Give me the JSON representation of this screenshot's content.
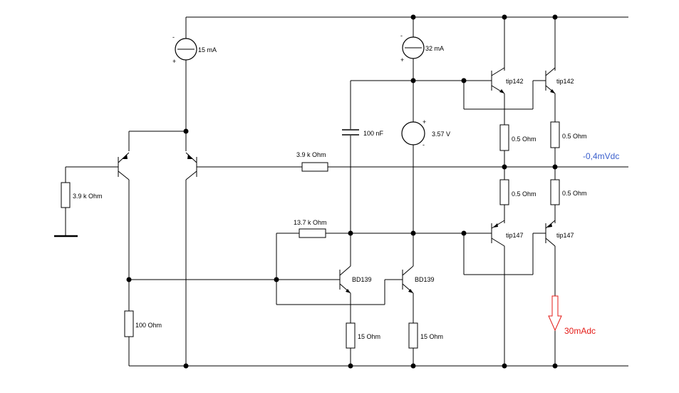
{
  "components": {
    "current_source_1": "15 mA",
    "current_source_2": "32 mA",
    "voltage_source": "3.57 V",
    "capacitor": "100 nF",
    "resistor_input_ground": "3.9 k Ohm",
    "resistor_feedback": "3.9 k Ohm",
    "resistor_bias": "13.7 k Ohm",
    "resistor_ltp_tail": "100  Ohm",
    "resistor_emitter_1": "15  Ohm",
    "resistor_emitter_2": "15  Ohm",
    "resistor_upper_1": "0.5  Ohm",
    "resistor_upper_2": "0.5  Ohm",
    "resistor_lower_1": "0.5  Ohm",
    "resistor_lower_2": "0.5  Ohm",
    "transistor_vas_1": "BD139",
    "transistor_vas_2": "BD139",
    "transistor_out_upper_1": "tip142",
    "transistor_out_upper_2": "tip142",
    "transistor_out_lower_1": "tip147",
    "transistor_out_lower_2": "tip147"
  },
  "annotations": {
    "output_offset": "-0,4mVdc",
    "bias_current": "30mAdc"
  },
  "colors": {
    "wire": "#000000",
    "offset_annotation": "#3a5fcd",
    "current_annotation": "#e41b17"
  }
}
